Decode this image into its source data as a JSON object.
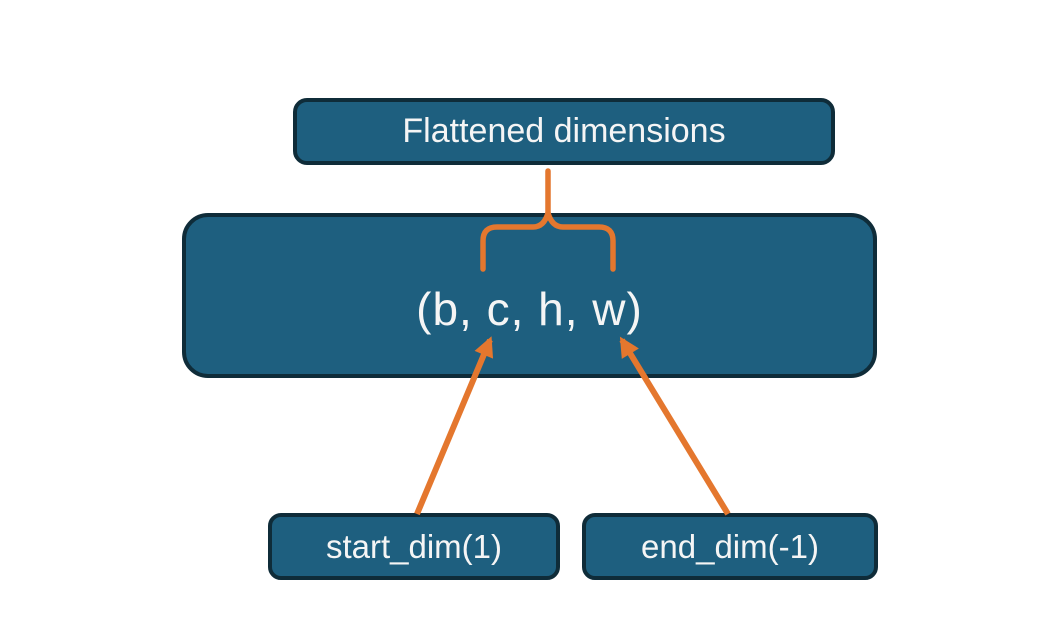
{
  "diagram": {
    "title_box": {
      "label": "Flattened dimensions"
    },
    "tensor_box": {
      "label": "(b, c, h, w)"
    },
    "start_box": {
      "label": "start_dim(1)"
    },
    "end_box": {
      "label": "end_dim(-1)"
    },
    "connectors": {
      "brace": "curly-brace-up",
      "arrows": [
        "start-dim-to-c",
        "end-dim-to-w"
      ]
    },
    "colors": {
      "box_fill": "#1E5F7F",
      "box_border": "#0F2C39",
      "accent_orange": "#E4772E",
      "text": "#F5F5F5",
      "background": "#FFFFFF"
    }
  }
}
